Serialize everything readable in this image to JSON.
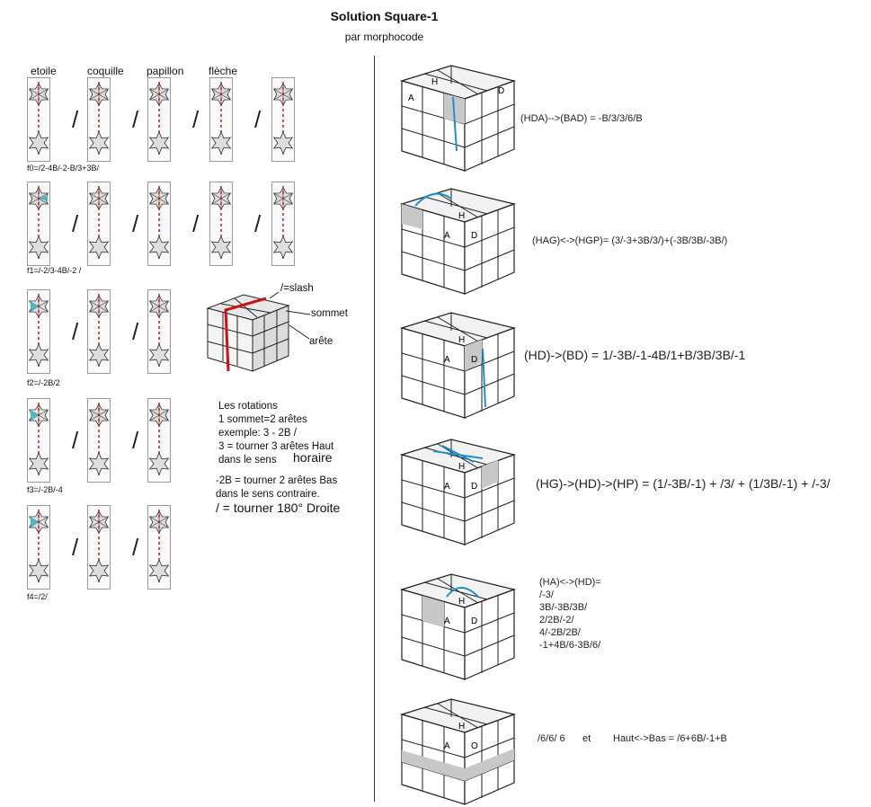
{
  "title": "Solution Square-1",
  "subtitle": "par morphocode",
  "shape_headers": [
    "etoile",
    "coquille",
    "papillon",
    "flèche"
  ],
  "rows": [
    {
      "label": "f0=/2-4B/-2-B/3+3B/",
      "count": 5
    },
    {
      "label": "f1=/-2/3-4B/-2 /",
      "count": 5
    },
    {
      "label": "f2=/-2B/2",
      "count": 3
    },
    {
      "label": "f3=/-2B/-4",
      "count": 3
    },
    {
      "label": "f4=/2/",
      "count": 3
    }
  ],
  "legend": {
    "slash": "/=slash",
    "sommet": "sommet",
    "arete": "arête"
  },
  "rotations": {
    "l1": "Les rotations",
    "l2": "1 sommet=2 arêtes",
    "l3": "exemple: 3 - 2B /",
    "l4": "3 = tourner 3 arêtes Haut",
    "l5a": "dans le sens",
    "l5b": "horaire",
    "l6": "-2B = tourner 2 arêtes Bas",
    "l7": "dans le sens contraire.",
    "l8": "/ = tourner 180° Droite"
  },
  "cube_labels": {
    "H": "H",
    "A": "A",
    "D": "D",
    "O": "O"
  },
  "algorithms": {
    "a1": "(HDA)-->(BAD) = -B/3/3/6/B",
    "a2": "(HAG)<->(HGP)= (3/-3+3B/3/)+(-3B/3B/-3B/)",
    "a3": "(HD)->(BD) = 1/-3B/-1-4B/1+B/3B/3B/-1",
    "a4": "(HG)->(HD)->(HP) = (1/-3B/-1) + /3/ + (1/3B/-1) + /-3/",
    "a5": [
      "(HA)<->(HD)=",
      "/-3/",
      "3B/-3B/3B/",
      "2/2B/-2/",
      "4/-2B/2B/",
      "-1+4B/6-3B/6/"
    ],
    "a6a": "/6/6/ 6",
    "a6b": "et",
    "a6c": "Haut<->Bas = /6+6B/-1+B"
  },
  "colors": {
    "accent_red": "#b22222",
    "cyan": "#4fb8c8",
    "blue_arrow": "#1e90d0",
    "gray_face": "#c8c8c8"
  }
}
